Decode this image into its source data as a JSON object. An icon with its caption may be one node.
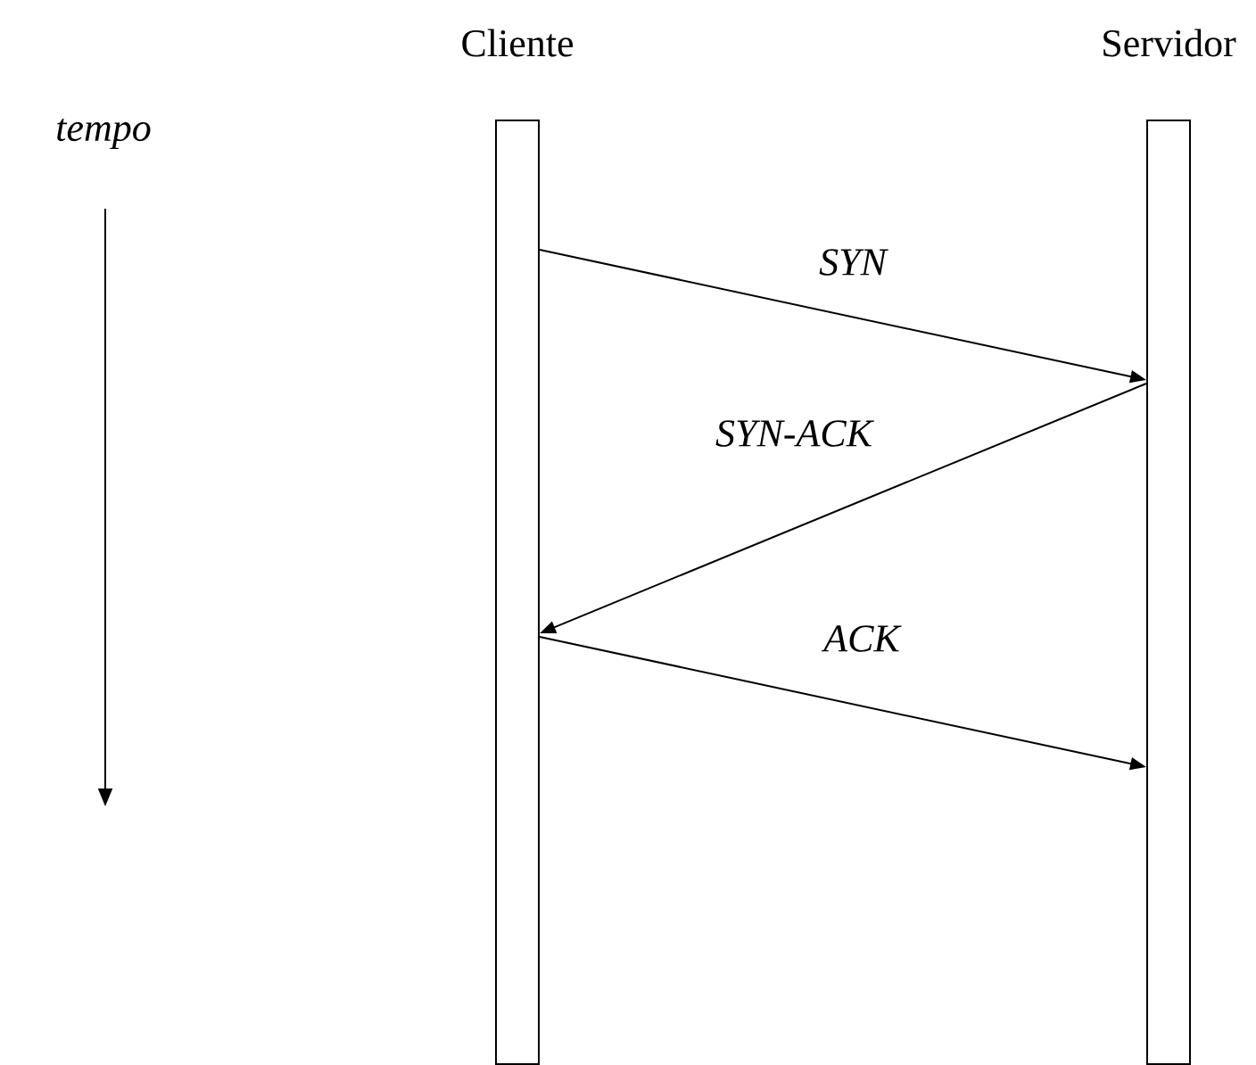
{
  "diagram": {
    "nodes": [
      {
        "text": [
          "Cliente"
        ]
      },
      {
        "text": [
          "Servidor"
        ]
      }
    ],
    "edges": [
      {
        "from": 0,
        "to": 1,
        "arrow": "to",
        "label": "SYN"
      },
      {
        "from": 1,
        "to": 0,
        "arrow": "to",
        "label": "SYN-ACK"
      },
      {
        "from": 0,
        "to": 1,
        "arrow": "to",
        "label": "ACK"
      }
    ],
    "labels": [
      "tempo"
    ]
  }
}
